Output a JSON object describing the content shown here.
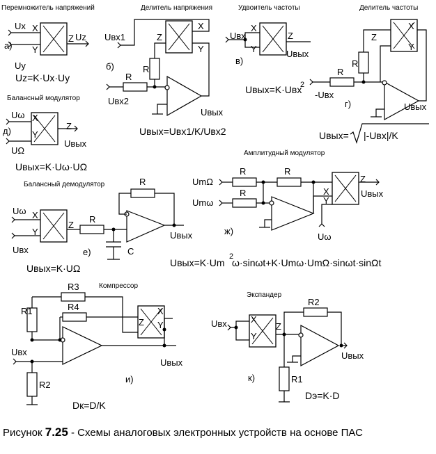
{
  "titles": {
    "a": "Перемножитель напряжений",
    "b": "Делитель напряжения",
    "c": "Удвоитель частоты",
    "d": "Делитель частоты",
    "e": "Балансный модулятор",
    "f": "Балансный демодулятор",
    "g": "Амплитудный модулятор",
    "h": "Компрессор",
    "i": "Экспандер"
  },
  "letters": {
    "a": "а)",
    "b": "б)",
    "c": "в)",
    "d": "г)",
    "e": "д)",
    "f": "е)",
    "g": "ж)",
    "h": "и)",
    "i": "к)"
  },
  "pins": {
    "x": "X",
    "y": "Y",
    "z": "Z"
  },
  "signals": {
    "ux": "Ux",
    "uy": "Uy",
    "uz": "Uz",
    "uvx": "Uвх",
    "uvx1": "Uвх1",
    "uvx2": "Uвх2",
    "uvyx": "Uвых",
    "neg_uvx": "-Uвх",
    "uomega": "Uω",
    "uOmega": "UΩ",
    "um_Omega": "UmΩ",
    "um_omega": "Umω"
  },
  "parts": {
    "r": "R",
    "c": "C",
    "r1": "R1",
    "r2": "R2",
    "r3": "R3",
    "r4": "R4"
  },
  "formulas": {
    "a": "Uz=K·Ux·Uy",
    "b": "Uвых=Uвх1/K/Uвх2",
    "c": "Uвых=K·Uвх",
    "c_exp": "2",
    "d_left": "Uвых=",
    "d_right": "|-Uвх|/K",
    "e": "Uвых=K·Uω·UΩ",
    "f": "Uвых=K·UΩ",
    "g_1": "Uвых=K·Um",
    "g_exp": "2",
    "g_2": "ω·sinωt+K·Umω·UmΩ·sinωt·sinΩt",
    "h": "Dк=D/K",
    "i": "Dэ=K·D"
  },
  "caption": {
    "prefix": "Рисунок ",
    "number": "7.25",
    "text": " - Схемы аналоговых электронных устройств на основе ПАС"
  }
}
